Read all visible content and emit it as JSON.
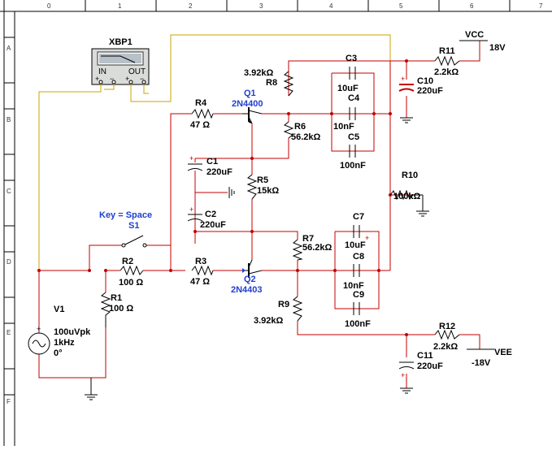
{
  "ruler": {
    "columns": [
      "0",
      "1",
      "2",
      "3",
      "4",
      "5",
      "6",
      "7"
    ],
    "rows": [
      "A",
      "B",
      "C",
      "D",
      "E",
      "F"
    ]
  },
  "instrument": {
    "name": "XBP1",
    "in_label": "IN",
    "out_label": "OUT",
    "icon": "bode-plotter-icon"
  },
  "rails": {
    "vcc_name": "VCC",
    "vcc_value": "18V",
    "vee_name": "VEE",
    "vee_value": "-18V"
  },
  "switch": {
    "key": "Key = Space",
    "name": "S1"
  },
  "source": {
    "name": "V1",
    "amplitude": "100uVpk",
    "frequency": "1kHz",
    "phase": "0°"
  },
  "components": {
    "R1": {
      "name": "R1",
      "value": "100 Ω"
    },
    "R2": {
      "name": "R2",
      "value": "100 Ω"
    },
    "R3": {
      "name": "R3",
      "value": "47 Ω"
    },
    "R4": {
      "name": "R4",
      "value": "47 Ω"
    },
    "R5": {
      "name": "R5",
      "value": "15kΩ"
    },
    "R6": {
      "name": "R6",
      "value": "56.2kΩ"
    },
    "R7": {
      "name": "R7",
      "value": "56.2kΩ"
    },
    "R8": {
      "name": "R8",
      "value": "3.92kΩ"
    },
    "R9": {
      "name": "R9",
      "value": "3.92kΩ"
    },
    "R10": {
      "name": "R10",
      "value": "100kΩ"
    },
    "R11": {
      "name": "R11",
      "value": "2.2kΩ"
    },
    "R12": {
      "name": "R12",
      "value": "2.2kΩ"
    },
    "C1": {
      "name": "C1",
      "value": "220uF"
    },
    "C2": {
      "name": "C2",
      "value": "220uF"
    },
    "C3": {
      "name": "C3",
      "value": "10uF"
    },
    "C4": {
      "name": "C4",
      "value": "10nF"
    },
    "C5": {
      "name": "C5",
      "value": "100nF"
    },
    "C7": {
      "name": "C7",
      "value": "10uF"
    },
    "C8": {
      "name": "C8",
      "value": "10nF"
    },
    "C9": {
      "name": "C9",
      "value": "100nF"
    },
    "C10": {
      "name": "C10",
      "value": "220uF"
    },
    "C11": {
      "name": "C11",
      "value": "220uF"
    },
    "Q1": {
      "name": "Q1",
      "part": "2N4400"
    },
    "Q2": {
      "name": "Q2",
      "part": "2N4403"
    }
  }
}
